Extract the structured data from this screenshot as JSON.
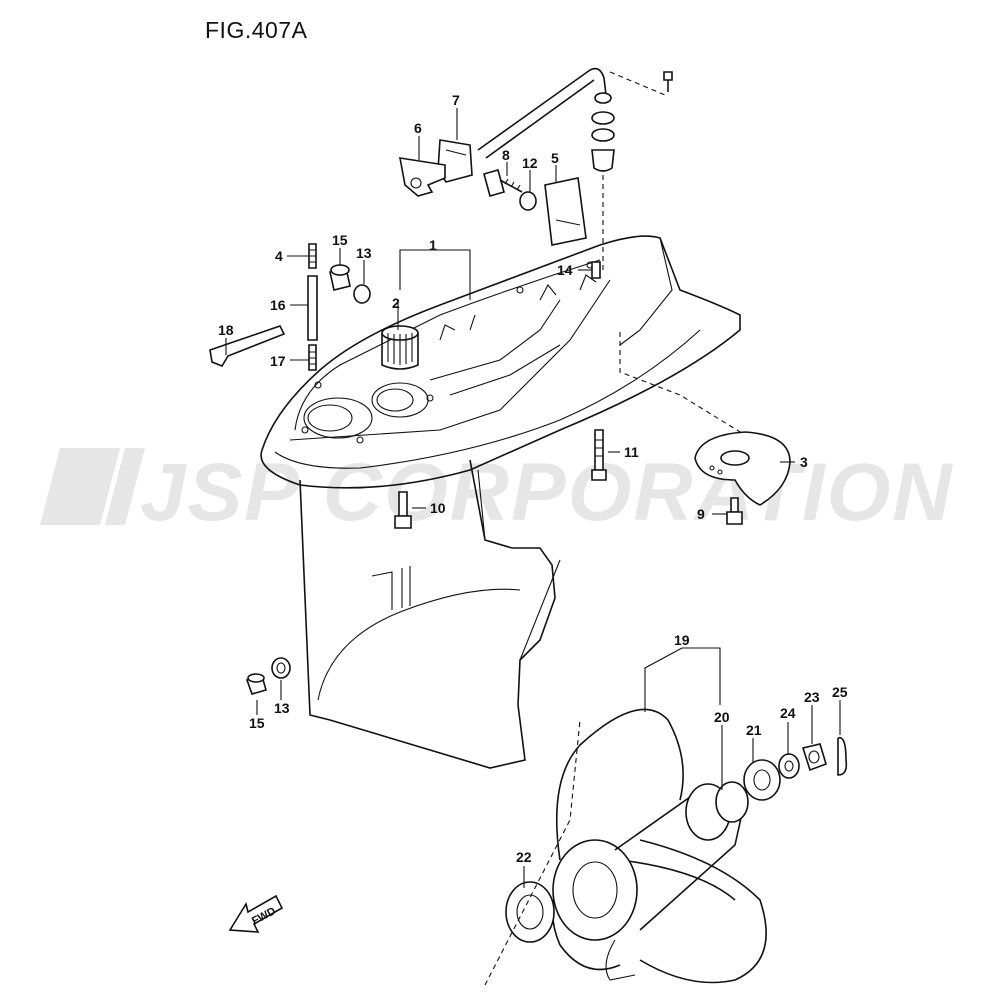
{
  "figure": {
    "title": "FIG.407A",
    "watermark": "JSP CORPORATION",
    "fwd_label": "FWD"
  },
  "callouts": {
    "c1": "1",
    "c2": "2",
    "c3": "3",
    "c4": "4",
    "c5": "5",
    "c6": "6",
    "c7": "7",
    "c8": "8",
    "c9": "9",
    "c10": "10",
    "c11": "11",
    "c12": "12",
    "c13a": "13",
    "c13b": "13",
    "c14": "14",
    "c15a": "15",
    "c15b": "15",
    "c16": "16",
    "c17": "17",
    "c18": "18",
    "c19": "19",
    "c20": "20",
    "c21": "21",
    "c22": "22",
    "c23": "23",
    "c24": "24",
    "c25": "25"
  }
}
